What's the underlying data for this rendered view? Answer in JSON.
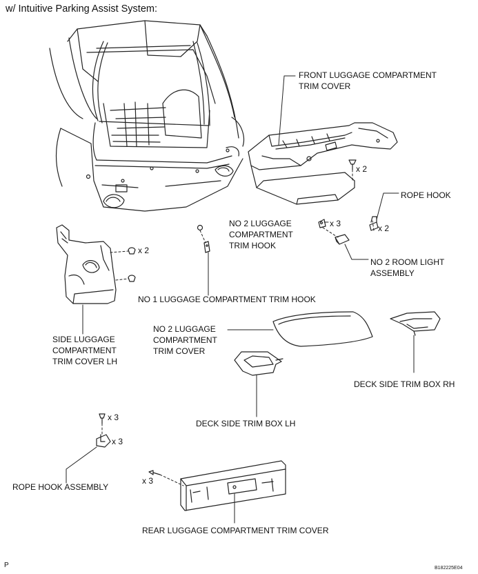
{
  "header": {
    "title": "w/ Intuitive Parking Assist System:"
  },
  "labels": {
    "front_trim_cover": [
      "FRONT LUGGAGE COMPARTMENT",
      "TRIM COVER"
    ],
    "rope_hook": "ROPE HOOK",
    "no2_trim_hook": [
      "NO 2 LUGGAGE",
      "COMPARTMENT",
      "TRIM HOOK"
    ],
    "no2_room_light": [
      "NO 2 ROOM LIGHT",
      "ASSEMBLY"
    ],
    "no1_trim_hook": "NO 1 LUGGAGE COMPARTMENT TRIM HOOK",
    "side_trim_cover_lh": [
      "SIDE LUGGAGE",
      "COMPARTMENT",
      "TRIM COVER LH"
    ],
    "no2_trim_cover": [
      "NO 2 LUGGAGE",
      "COMPARTMENT",
      "TRIM COVER"
    ],
    "deck_side_trim_box_rh": "DECK SIDE TRIM BOX RH",
    "deck_side_trim_box_lh": "DECK SIDE TRIM BOX LH",
    "rope_hook_assembly": "ROPE HOOK ASSEMBLY",
    "rear_trim_cover": "REAR LUGGAGE COMPARTMENT TRIM COVER"
  },
  "quantities": {
    "front_clip": "x 2",
    "no2_hook_clip": "x 3",
    "rope_hook_clip": "x 2",
    "side_cover_clip": "x 2",
    "rope_hook_bolt": "x 3",
    "rope_hook_nut": "x 3",
    "rear_cover_clip": "x 3"
  },
  "footer": {
    "corner_mark": "P",
    "figure_code": "B182225E04"
  }
}
